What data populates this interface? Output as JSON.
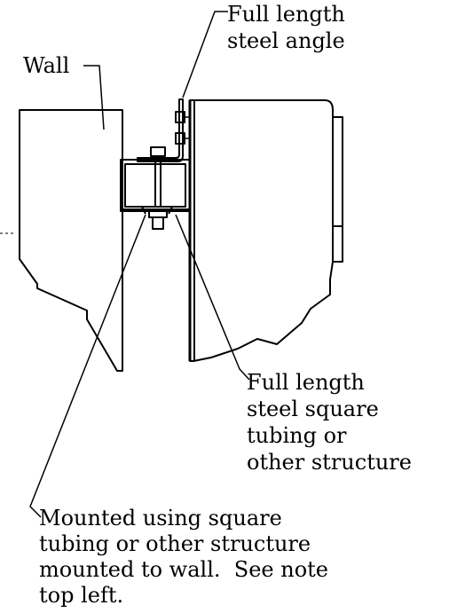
{
  "labels": {
    "wall": "Wall",
    "angle_line1": "Full length",
    "angle_line2": "steel angle",
    "tubing_line1": "Full length",
    "tubing_line2": "steel square",
    "tubing_line3": "tubing or",
    "tubing_line4": "other structure",
    "mount_line1": "Mounted using square",
    "mount_line2": "tubing or other structure",
    "mount_line3": "mounted to wall.  See note",
    "mount_line4": "top left."
  },
  "colors": {
    "line": "#000000",
    "background": "#ffffff"
  }
}
